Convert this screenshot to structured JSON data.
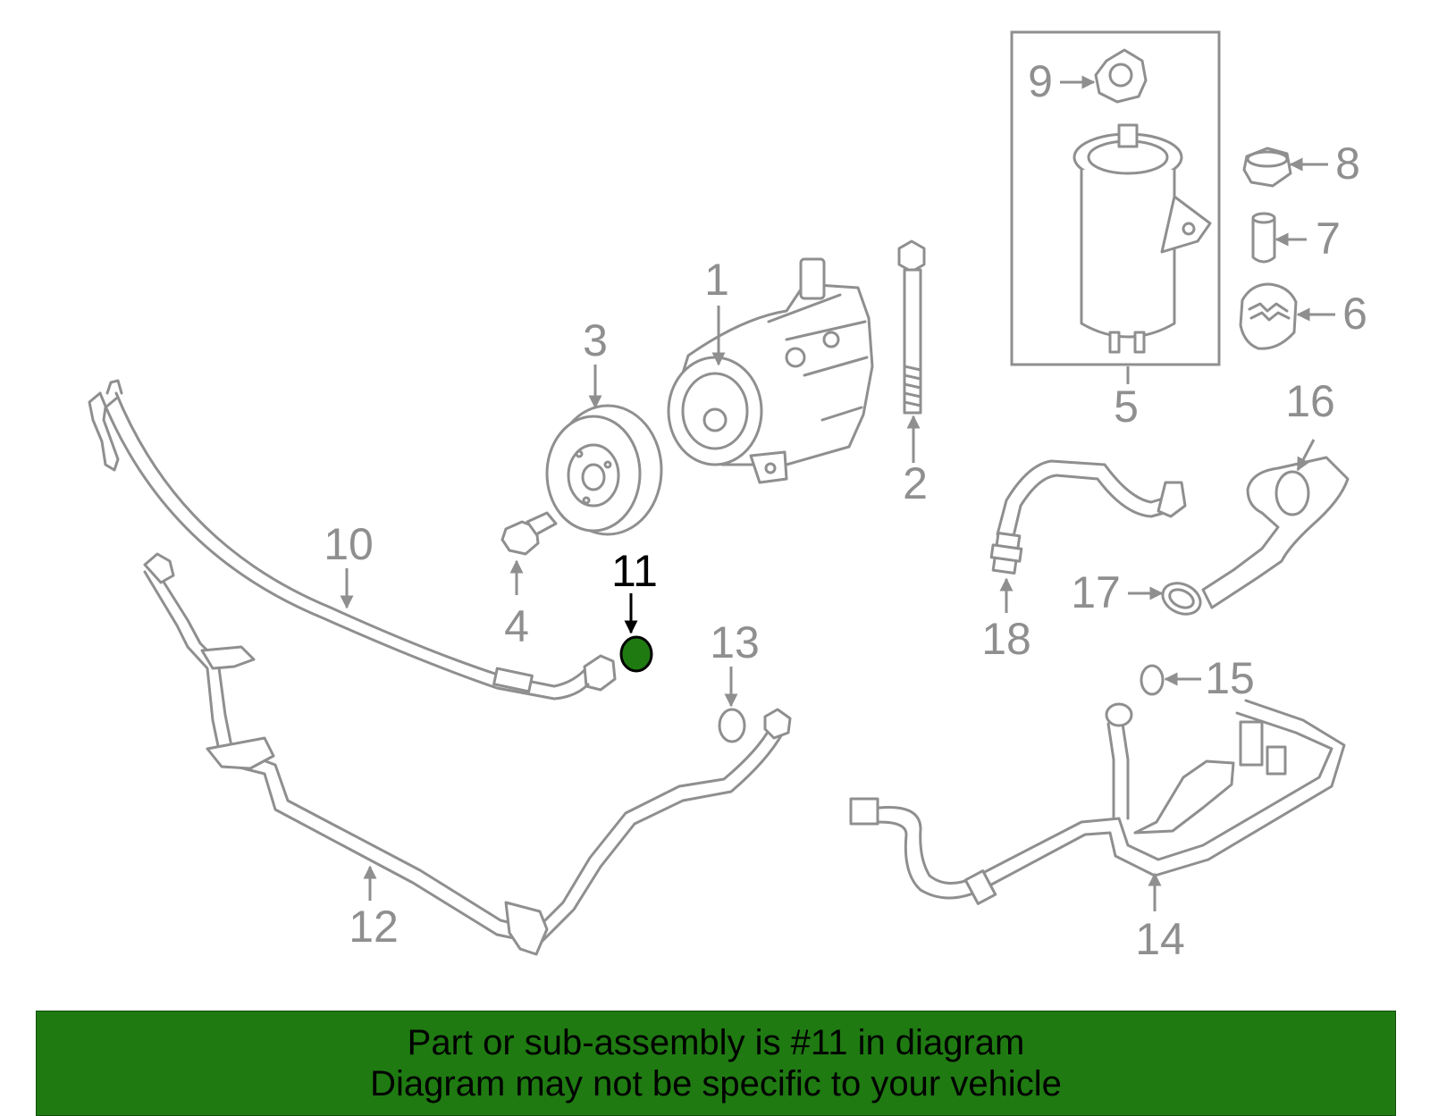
{
  "callouts": {
    "c1": "1",
    "c2": "2",
    "c3": "3",
    "c4": "4",
    "c5": "5",
    "c6": "6",
    "c7": "7",
    "c8": "8",
    "c9": "9",
    "c10": "10",
    "c11": "11",
    "c12": "12",
    "c13": "13",
    "c14": "14",
    "c15": "15",
    "c16": "16",
    "c17": "17",
    "c18": "18"
  },
  "highlight": {
    "part": "11",
    "color": "#1f7a12"
  },
  "colors": {
    "linework": "#8f8f8f",
    "banner": "#1f7a12",
    "highlight_text": "#000000"
  },
  "banner": {
    "line1": "Part or sub-assembly is #11 in diagram",
    "line2": "Diagram may not be specific to your vehicle"
  }
}
